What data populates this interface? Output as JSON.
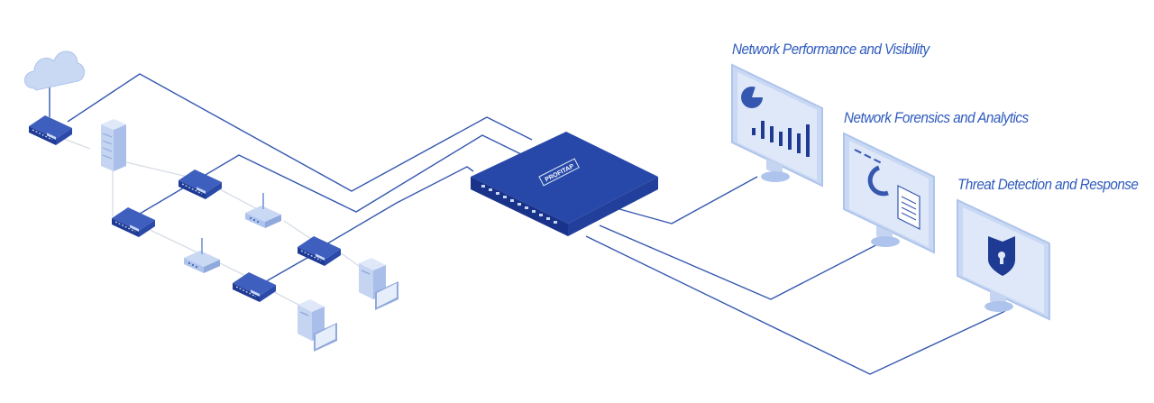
{
  "labels": {
    "performance": "Network Performance and Visibility",
    "forensics": "Network Forensics and Analytics",
    "threat": "Threat Detection and Response"
  },
  "appliance": {
    "brand": "PROFITAP"
  },
  "colors": {
    "line": "#3557b0",
    "device_dark": "#1e3a93",
    "device_light": "#dce7f8",
    "device_mid": "#aec4ec",
    "gray_line": "#d7dce6",
    "label": "#2f5bbd"
  }
}
